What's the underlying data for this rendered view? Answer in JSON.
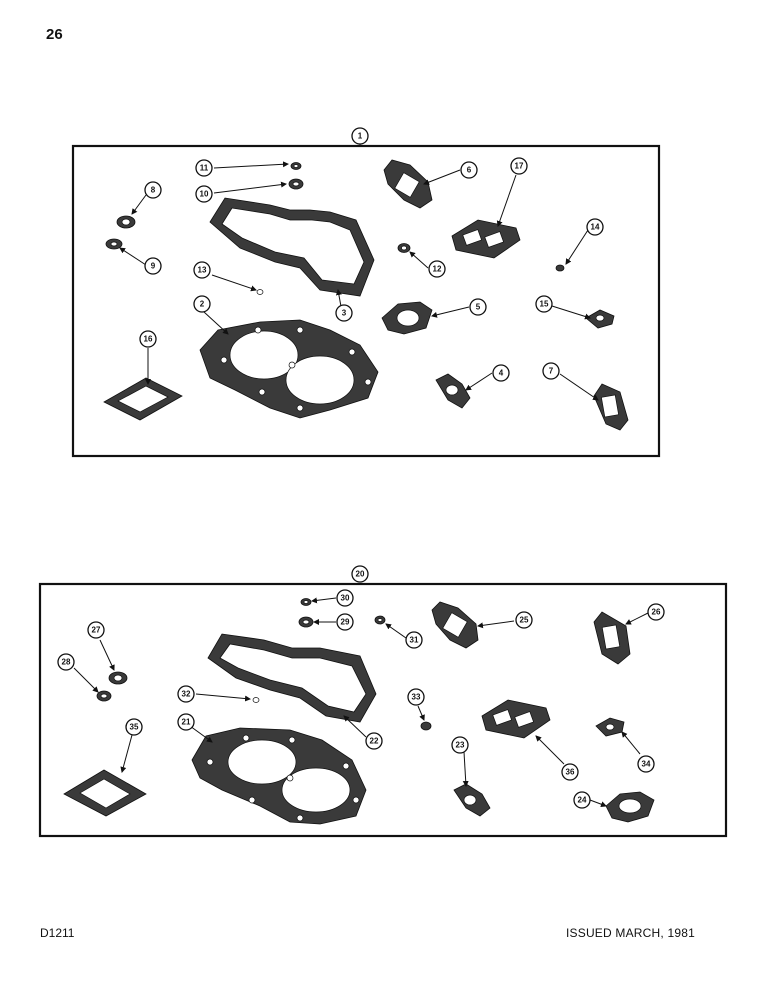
{
  "page_number": "26",
  "footer": {
    "left": "D1211",
    "right": "ISSUED MARCH, 1981"
  },
  "kit_top": {
    "label": "1",
    "callouts": [
      "2",
      "3",
      "4",
      "5",
      "6",
      "7",
      "8",
      "9",
      "10",
      "11",
      "12",
      "13",
      "14",
      "15",
      "16",
      "17"
    ]
  },
  "kit_bottom": {
    "label": "20",
    "callouts": [
      "21",
      "22",
      "23",
      "24",
      "25",
      "26",
      "27",
      "28",
      "29",
      "30",
      "31",
      "32",
      "33",
      "34",
      "35",
      "36"
    ]
  }
}
